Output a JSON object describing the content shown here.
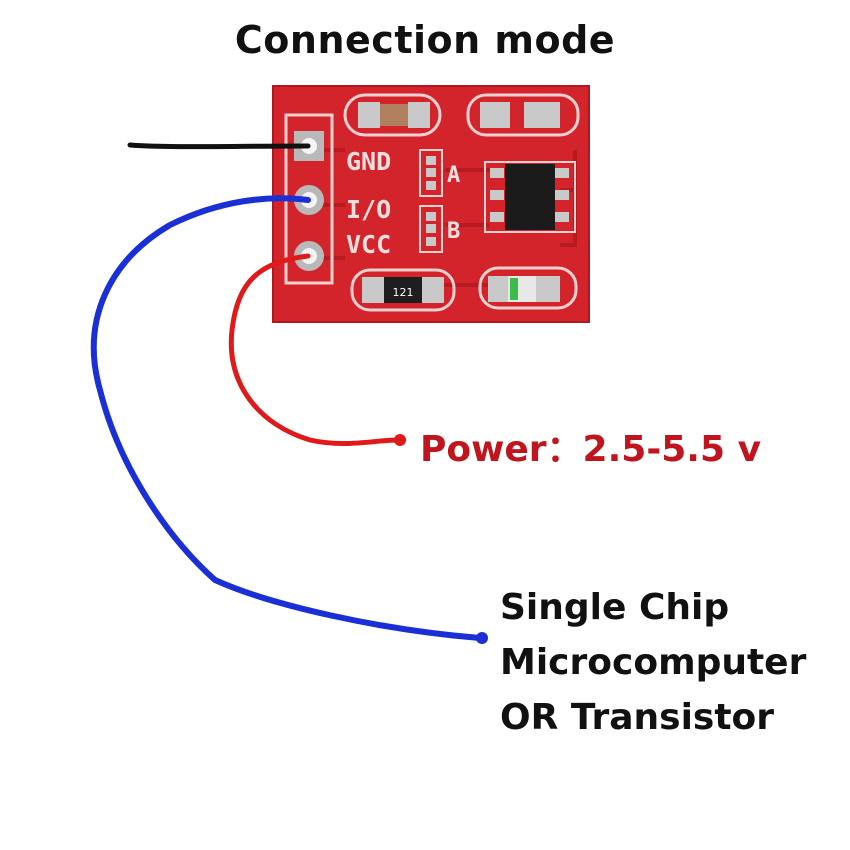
{
  "title": "Connection mode",
  "board": {
    "pins": [
      "GND",
      "I/O",
      "VCC"
    ],
    "jumpers": [
      "A",
      "B"
    ],
    "resistor_code": "121"
  },
  "labels": {
    "power": "Power：2.5-5.5 v",
    "target_lines": [
      "Single Chip",
      "Microcomputer",
      "OR Transistor"
    ]
  },
  "colors": {
    "pcb": "#d3242c",
    "ground_wire": "#111111",
    "io_wire": "#1a2fd6",
    "power_wire": "#e01a1a",
    "power_text": "#c0141e"
  }
}
